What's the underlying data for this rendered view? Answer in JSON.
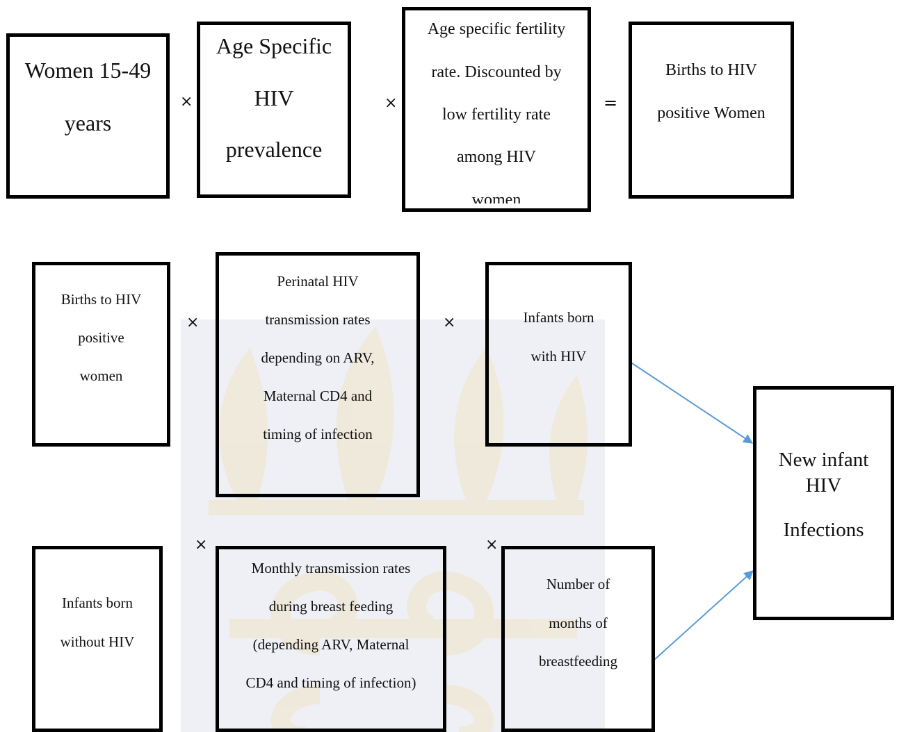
{
  "row1": {
    "box1": {
      "lines": [
        "Women 15-49",
        "years"
      ]
    },
    "op1": "×",
    "box2": {
      "lines": [
        "Age Specific",
        "HIV",
        "prevalence"
      ]
    },
    "op2": "×",
    "box3": {
      "lines": [
        "Age specific fertility",
        "rate. Discounted by",
        "low fertility rate",
        "among HIV",
        "women"
      ]
    },
    "op3": "=",
    "box4": {
      "lines": [
        "Births to HIV",
        "positive Women"
      ]
    }
  },
  "row2": {
    "box1": {
      "lines": [
        "Births to HIV",
        "positive",
        "women"
      ]
    },
    "op1": "×",
    "box2": {
      "lines": [
        "Perinatal HIV",
        "transmission rates",
        "depending on ARV,",
        "Maternal CD4 and",
        "timing of infection"
      ]
    },
    "op2": "×",
    "box3": {
      "lines": [
        "Infants born",
        "with HIV"
      ]
    }
  },
  "row3": {
    "box1": {
      "lines": [
        "Infants born",
        "without HIV"
      ]
    },
    "op1": "×",
    "box2": {
      "lines": [
        "Monthly transmission rates",
        "during breast feeding",
        "(depending ARV, Maternal",
        "CD4 and timing of infection)"
      ]
    },
    "op2": "×",
    "box3": {
      "lines": [
        "Number of",
        "months of",
        "breastfeeding"
      ]
    }
  },
  "result": {
    "lines": [
      "New infant",
      "HIV",
      "Infections"
    ]
  },
  "colors": {
    "arrow": "#5b9bd5",
    "watermark_blue": "#1d2a7a",
    "watermark_gold": "#f1c232"
  }
}
